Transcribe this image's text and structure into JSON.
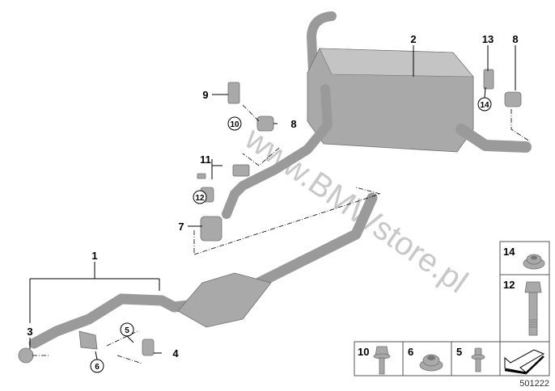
{
  "diagram": {
    "callouts": {
      "c1": "1",
      "c2": "2",
      "c3": "3",
      "c4": "4",
      "c5": "5",
      "c6": "6",
      "c7": "7",
      "c8a": "8",
      "c8b": "8",
      "c9": "9",
      "c10": "10",
      "c11": "11",
      "c12": "12",
      "c13": "13",
      "c14": "14"
    },
    "parts_table": {
      "p14": "14",
      "p12": "12",
      "p10": "10",
      "p6": "6",
      "p5": "5"
    },
    "diagram_code": "501222",
    "watermark": "www.BMWstore.pl"
  }
}
